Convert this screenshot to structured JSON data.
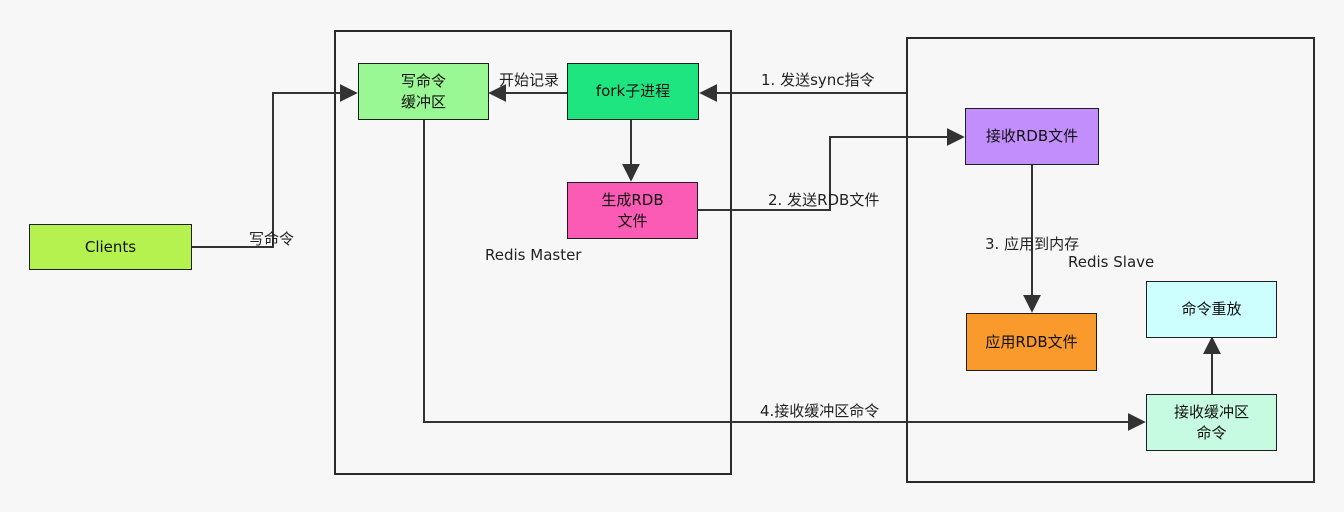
{
  "master_label": "Redis Master",
  "slave_label": "Redis Slave",
  "nodes": {
    "clients": "Clients",
    "write_buffer": "写命令\n缓冲区",
    "fork": "fork子进程",
    "gen_rdb": "生成RDB\n文件",
    "recv_rdb": "接收RDB文件",
    "apply_rdb": "应用RDB文件",
    "replay": "命令重放",
    "recv_buffer": "接收缓冲区\n命令"
  },
  "edges": {
    "write_cmd": "写命令",
    "start_record": "开始记录",
    "send_sync": "1. 发送sync指令",
    "send_rdb": "2. 发送RDB文件",
    "apply_memory": "3. 应用到内存",
    "recv_buffer_cmd": "4.接收缓冲区命令"
  },
  "colors": {
    "clients": "#b5f24f",
    "write_buffer": "#99f794",
    "fork": "#1ee57f",
    "gen_rdb": "#fb5bb4",
    "recv_rdb": "#c28efc",
    "apply_rdb": "#fb9a2c",
    "replay": "#cdffff",
    "recv_buffer": "#c7fbe1"
  }
}
